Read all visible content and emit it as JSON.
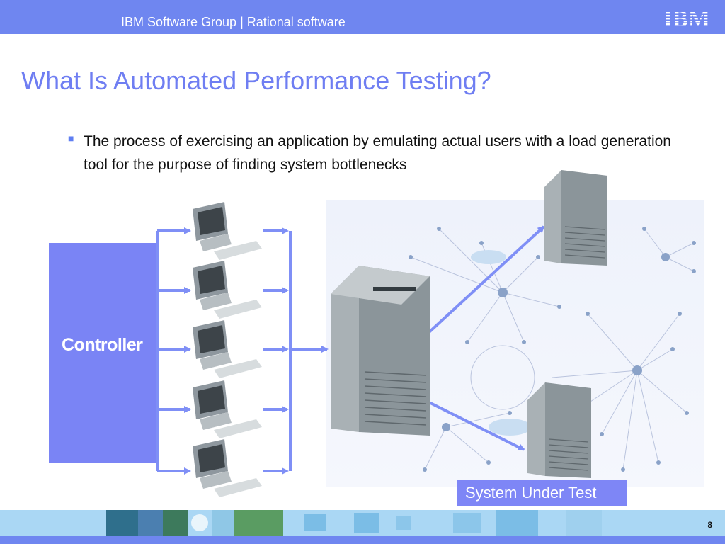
{
  "header": {
    "title": "IBM Software Group | Rational software",
    "logo_text": "IBM"
  },
  "slide": {
    "title": "What Is Automated Performance Testing?",
    "bullet_text": "The process of exercising an application by emulating actual users with a load generation tool for the purpose of finding system bottlenecks"
  },
  "diagram": {
    "controller_label": "Controller",
    "system_label": "System Under Test",
    "client_count": 5
  },
  "footer": {
    "page_number": "8"
  },
  "colors": {
    "accent": "#6f86f0",
    "box": "#7a84f5",
    "arrow": "#7f8ff6"
  }
}
